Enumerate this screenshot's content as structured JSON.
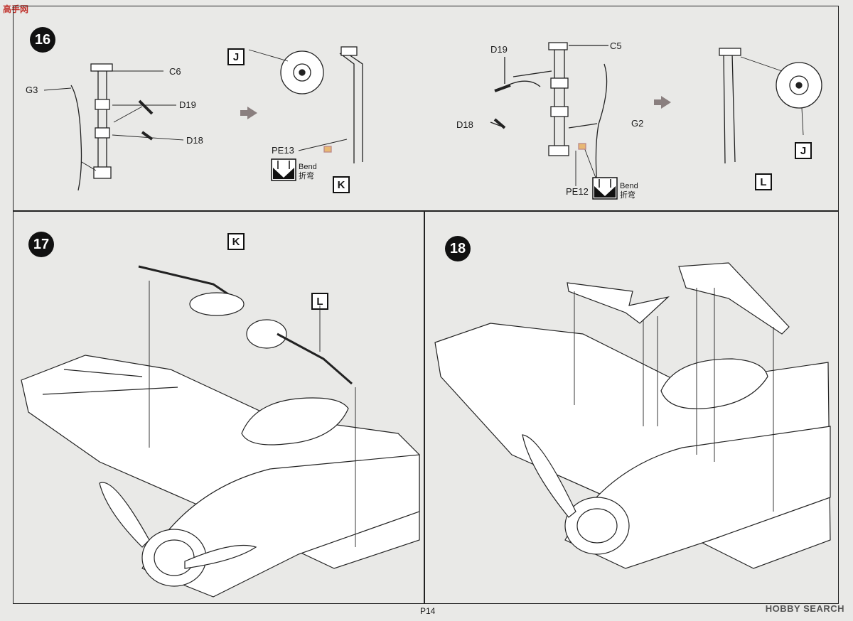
{
  "watermark_top": "高手网",
  "steps": {
    "s16": {
      "number": "16"
    },
    "s17": {
      "number": "17"
    },
    "s18": {
      "number": "18"
    }
  },
  "step16_left": {
    "labels": {
      "g3": "G3",
      "c6": "C6",
      "d19": "D19",
      "d18": "D18",
      "pe13": "PE13",
      "j": "J",
      "k": "K"
    },
    "bend": "Bend",
    "bend_cn": "折弯"
  },
  "step16_right": {
    "labels": {
      "d19": "D19",
      "c5": "C5",
      "d18": "D18",
      "g2": "G2",
      "pe12": "PE12",
      "j": "J",
      "l": "L"
    },
    "bend": "Bend",
    "bend_cn": "折弯"
  },
  "step17": {
    "labels": {
      "k": "K",
      "l": "L"
    }
  },
  "page_number": "P14",
  "watermark_bottom": "HOBBY SEARCH"
}
